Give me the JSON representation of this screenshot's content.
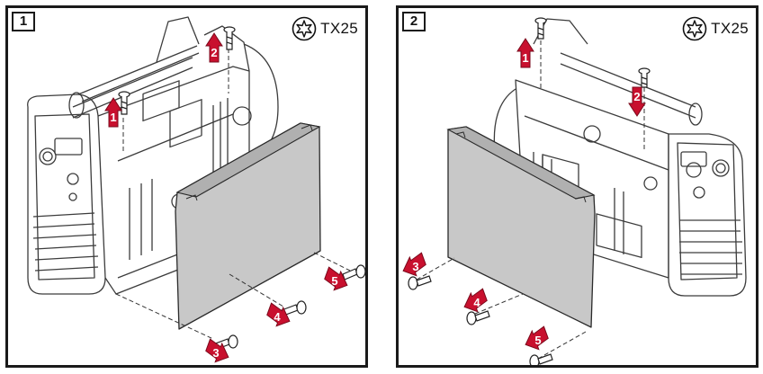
{
  "colors": {
    "frame": "#1a1a1a",
    "panel_fill": "#c8c8c8",
    "line": "#3c3c3c",
    "badge": "#c8102e"
  },
  "tool": {
    "icon": "torx-icon",
    "label": "TX25"
  },
  "steps": [
    {
      "number": "1",
      "screws": [
        "1",
        "2",
        "3",
        "4",
        "5"
      ]
    },
    {
      "number": "2",
      "screws": [
        "1",
        "2",
        "3",
        "4",
        "5"
      ]
    }
  ]
}
